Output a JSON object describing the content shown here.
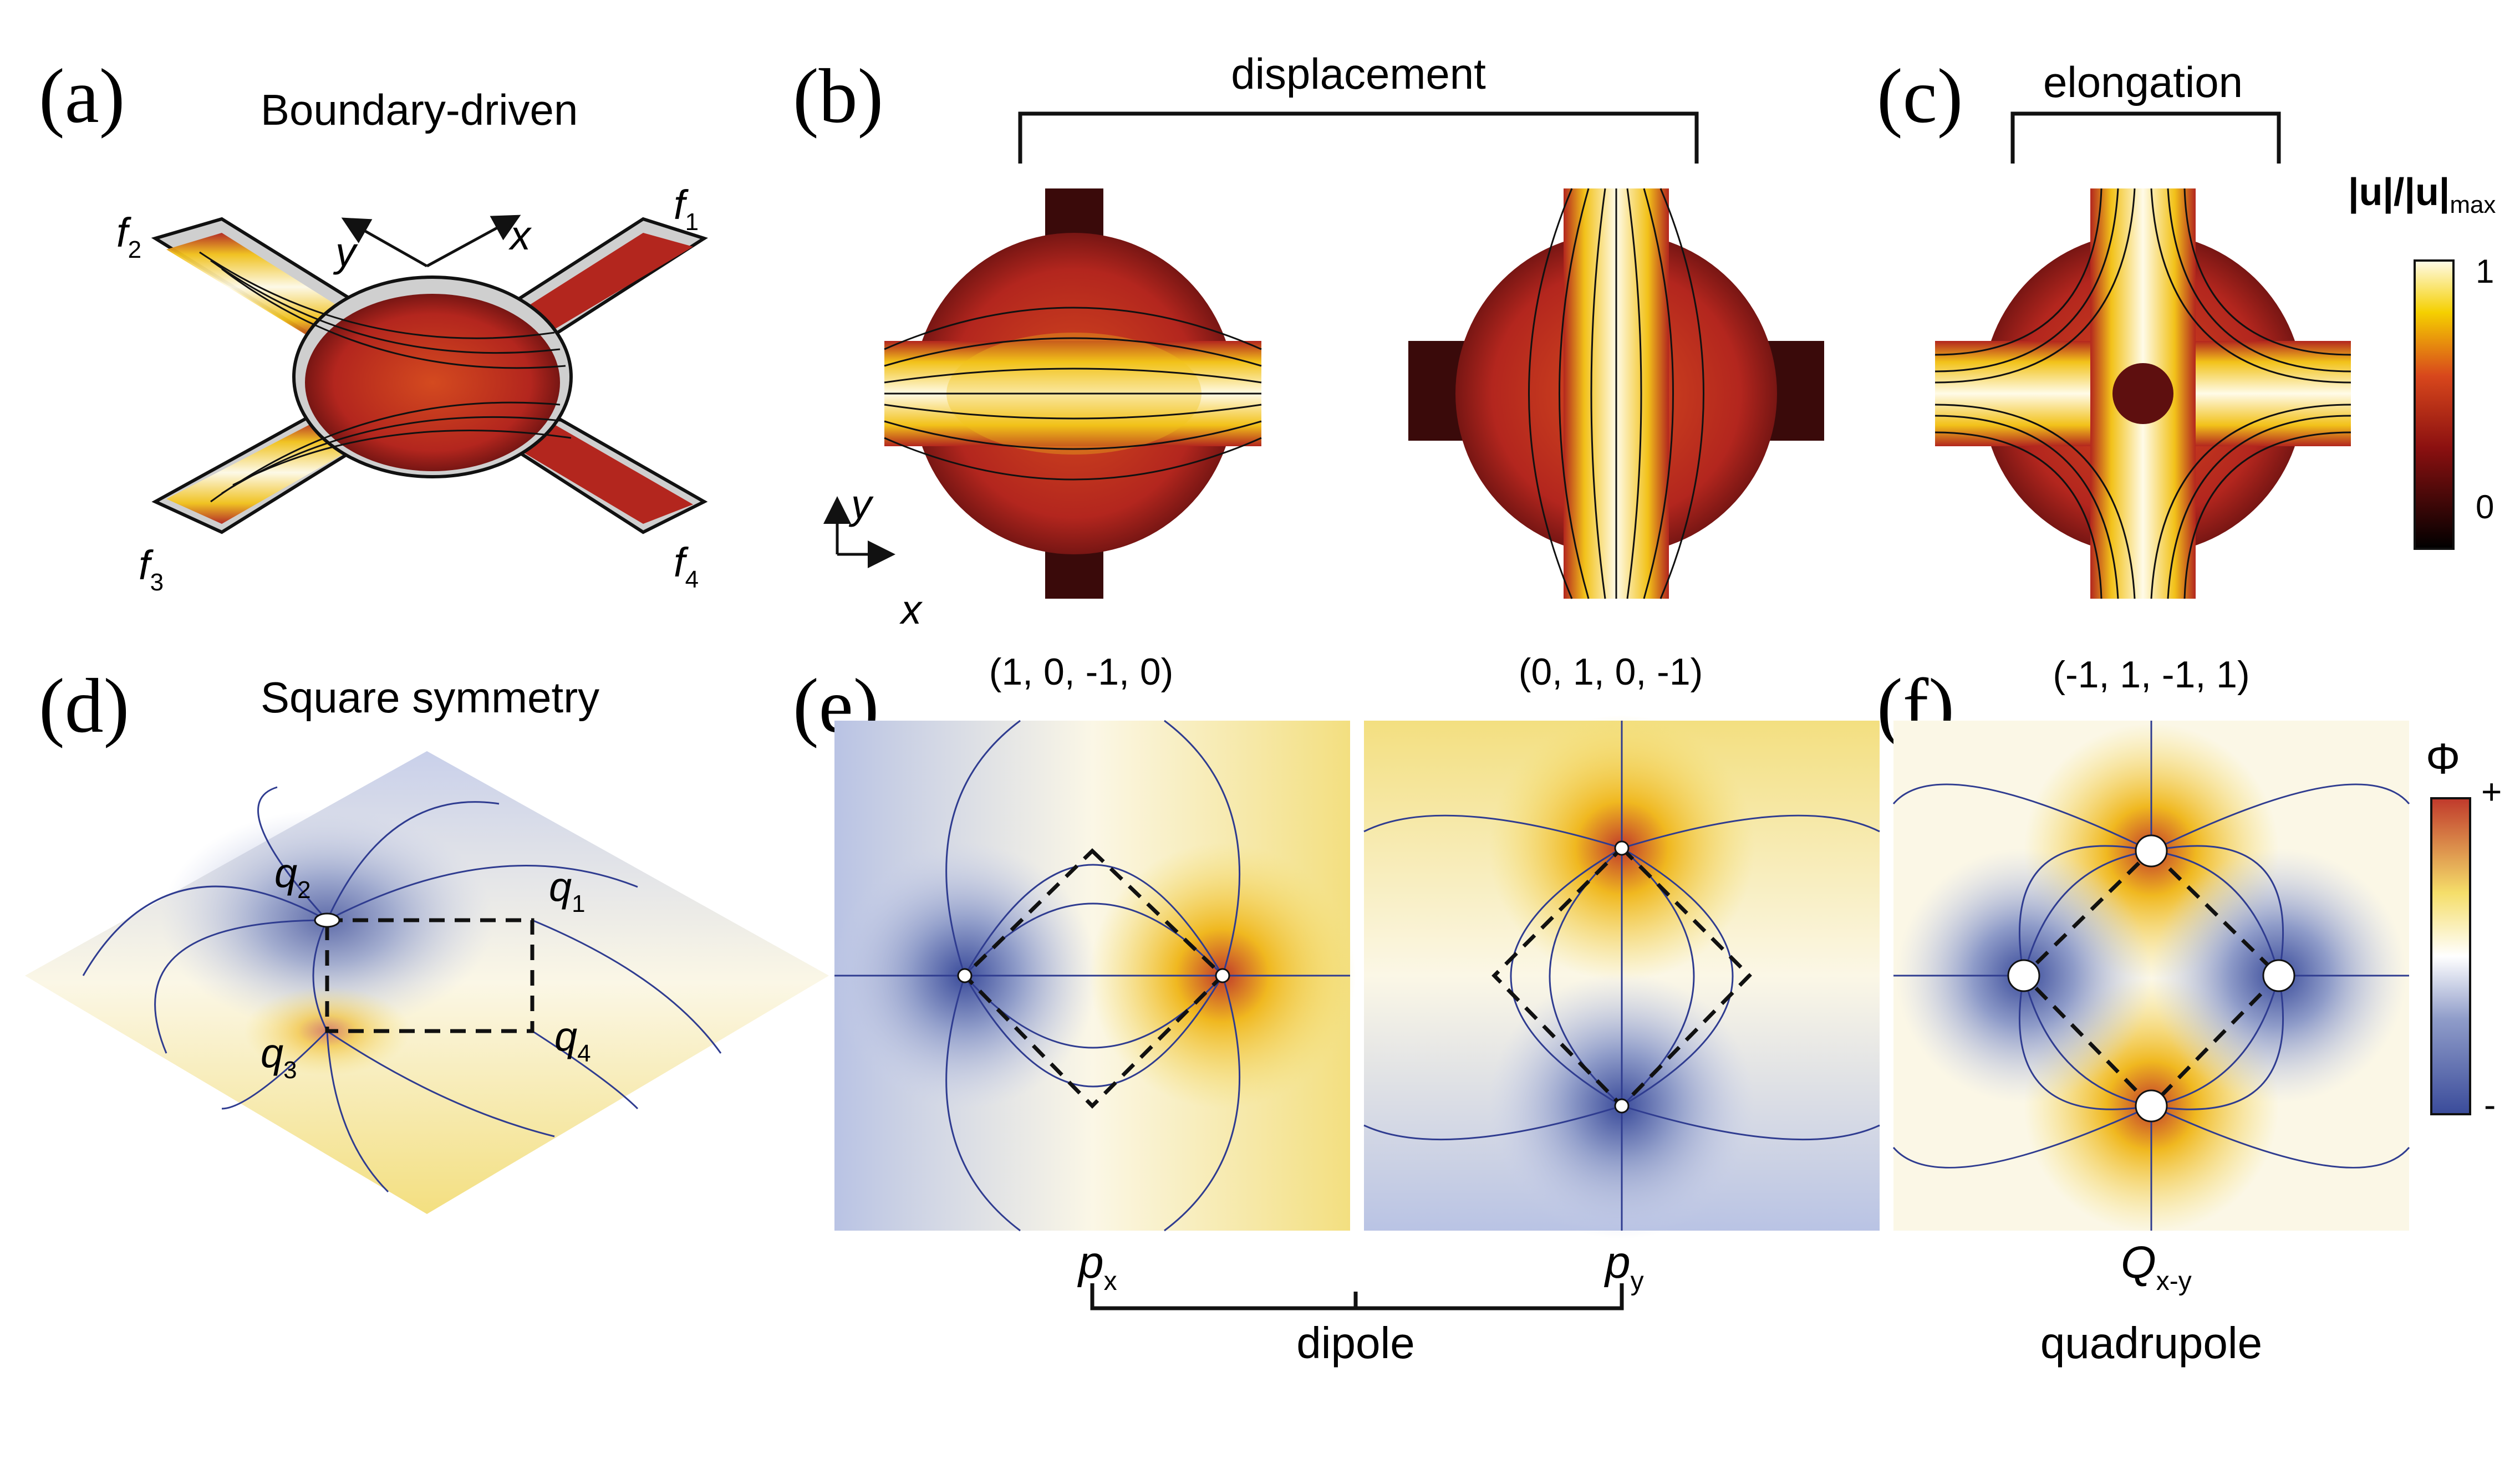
{
  "panels": {
    "a": {
      "label": "(a)",
      "title": "Boundary-driven",
      "forces": [
        "f",
        "f",
        "f",
        "f"
      ],
      "force_subs": [
        "1",
        "2",
        "3",
        "4"
      ],
      "axes": {
        "x": "x",
        "y": "y"
      }
    },
    "b": {
      "label": "(b)",
      "bracket": "displacement",
      "axes": {
        "x": "x",
        "y": "y"
      }
    },
    "c": {
      "label": "(c)",
      "bracket": "elongation",
      "colorbar": {
        "title": "|u|/|u|",
        "title_sub": "max",
        "ticks": [
          "1",
          "0"
        ]
      }
    },
    "d": {
      "label": "(d)",
      "title": "Square symmetry",
      "charges": [
        "q",
        "q",
        "q",
        "q"
      ],
      "charge_subs": [
        "1",
        "2",
        "3",
        "4"
      ]
    },
    "e": {
      "label": "(e)",
      "vector_left": "(1, 0, -1, 0)",
      "vector_right": "(0, 1, 0, -1)",
      "mode_left": "p",
      "mode_left_sub": "x",
      "mode_right": "p",
      "mode_right_sub": "y",
      "group": "dipole"
    },
    "f": {
      "label": "(f)",
      "vector": "(-1, 1, -1, 1)",
      "mode": "Q",
      "mode_sub": "x-y",
      "group": "quadrupole",
      "colorbar": {
        "title": "Φ",
        "plus": "+",
        "minus": "-"
      }
    }
  },
  "colors": {
    "hot_dark": "#1a0505",
    "hot_red": "#b3261e",
    "hot_yellow": "#f5d000",
    "pos": "#c0392b",
    "neg": "#3a4b9a",
    "neutral": "#ffffff",
    "field": "#2f3c90",
    "hot_white": "#fffbe8"
  }
}
